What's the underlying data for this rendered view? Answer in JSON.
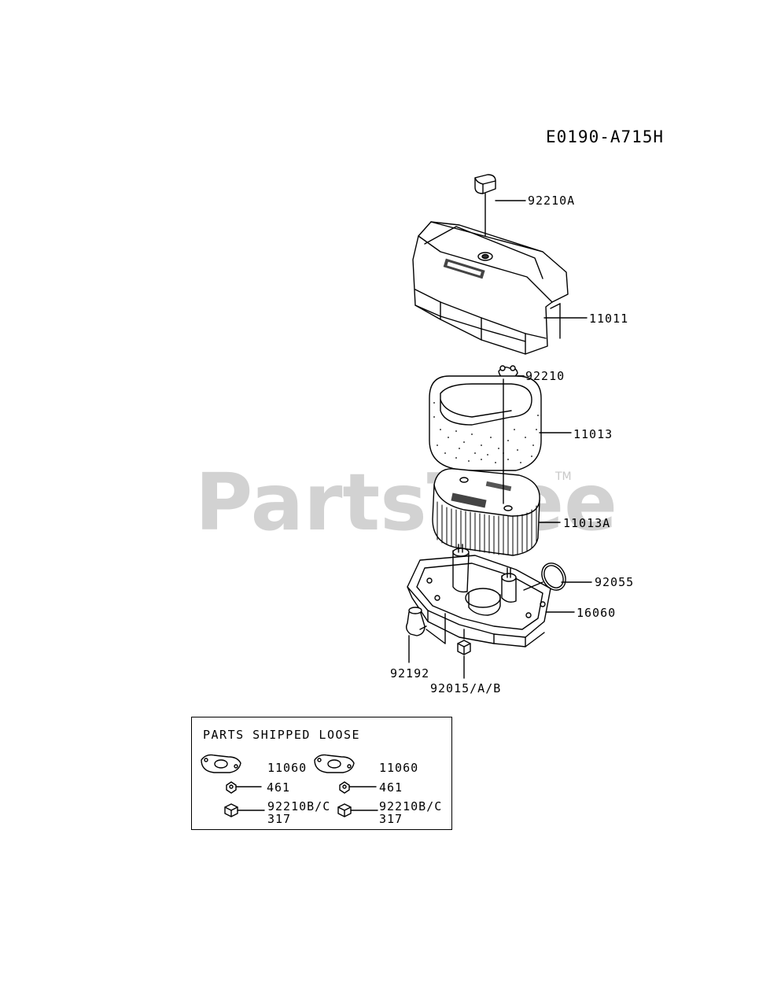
{
  "diagram_code": "E0190-A715H",
  "watermark": "PartsTree",
  "watermark_tm": "TM",
  "parts": {
    "p92210A": "92210A",
    "p11011": "11011",
    "p92210": "92210",
    "p11013": "11013",
    "p11013A": "11013A",
    "p92055": "92055",
    "p16060": "16060",
    "p92192": "92192",
    "p92015": "92015/A/B"
  },
  "loose_parts": {
    "title": "PARTS SHIPPED LOOSE",
    "left": {
      "gasket": "11060",
      "nut": "461",
      "cap_nut_a": "92210B/C",
      "cap_nut_b": "317"
    },
    "right": {
      "gasket": "11060",
      "nut": "461",
      "cap_nut_a": "92210B/C",
      "cap_nut_b": "317"
    }
  }
}
